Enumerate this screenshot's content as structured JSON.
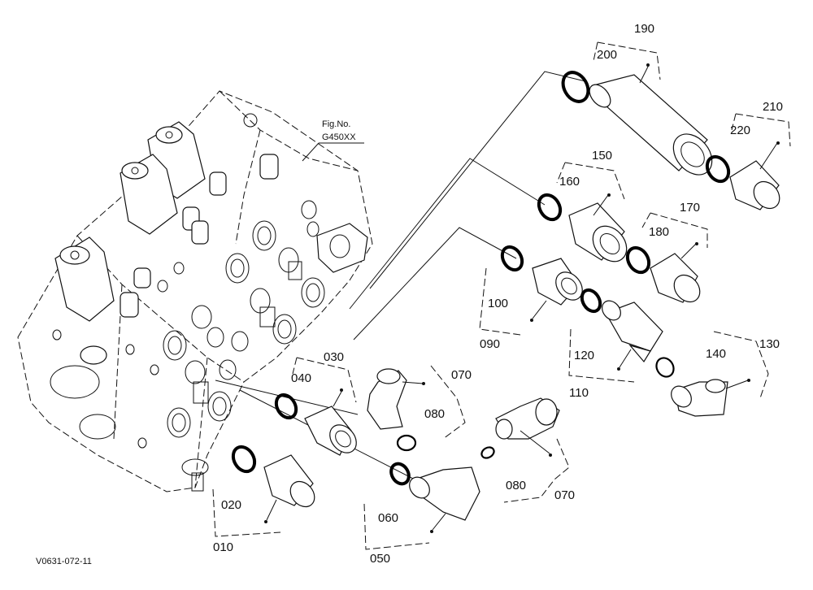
{
  "figure": {
    "ref_label": "Fig.No.",
    "ref_code": "G450XX",
    "drawing_number": "V0631-072-11"
  },
  "callouts": {
    "c010": "010",
    "c020": "020",
    "c030": "030",
    "c040": "040",
    "c050": "050",
    "c060": "060",
    "c070a": "070",
    "c070b": "070",
    "c080a": "080",
    "c080b": "080",
    "c090": "090",
    "c100": "100",
    "c110": "110",
    "c120": "120",
    "c130": "130",
    "c140": "140",
    "c150": "150",
    "c160": "160",
    "c170": "170",
    "c180": "180",
    "c190": "190",
    "c200": "200",
    "c210": "210",
    "c220": "220"
  }
}
